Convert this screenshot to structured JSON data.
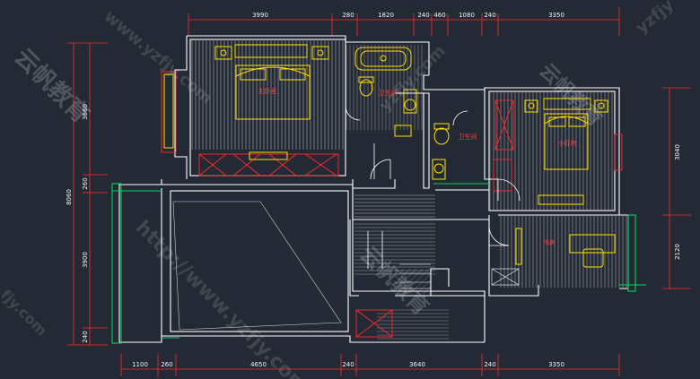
{
  "dimensions": {
    "top": [
      "3990",
      "280",
      "1820",
      "240",
      "460",
      "1080",
      "240",
      "3350"
    ],
    "bottom": [
      "1100",
      "260",
      "4650",
      "240",
      "3640",
      "240",
      "3350"
    ],
    "left": [
      "3660",
      "260",
      "3900",
      "8060",
      "240"
    ],
    "right": [
      "3040",
      "2120"
    ]
  },
  "rooms": {
    "master_bedroom": "主卧室",
    "bathroom": "卫生间",
    "washroom": "卫生间",
    "small_bedroom": "小卧房",
    "study": "书房"
  },
  "watermarks": {
    "url": "http://www.yzfjy.com",
    "url_short_1": "www.yzfjy.com",
    "url_short_2": "yzfjy.com",
    "brand": "云帆教育",
    "brand_2": "云帆教育",
    "brand_3": "云帆教育",
    "edge": "yzfjy",
    "edge_2": "fjy.com"
  },
  "colors": {
    "background": "#242a35",
    "wall": "#ffffff",
    "dimension": "#ff2a2a",
    "furniture": "#ffe000",
    "window": "#00d35a",
    "hatch": "#dcdcdc",
    "room_label": "#ff3b3b"
  }
}
